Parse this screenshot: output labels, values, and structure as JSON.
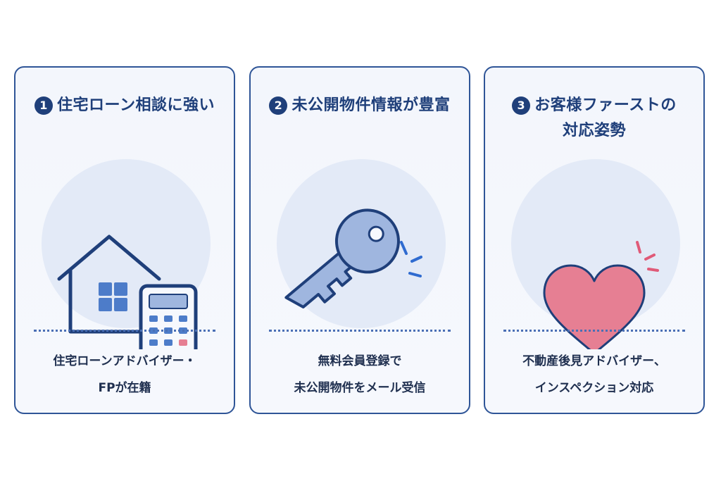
{
  "cards": [
    {
      "number": "1",
      "title": "住宅ローン相談に強い",
      "icon": "house-calculator-icon",
      "desc_lines": [
        "住宅ローンアドバイザー・",
        "FPが在籍"
      ]
    },
    {
      "number": "2",
      "title": "未公開物件情報が豊富",
      "icon": "key-icon",
      "desc_lines": [
        "無料会員登録で",
        "未公開物件をメール受信"
      ]
    },
    {
      "number": "3",
      "title_lines": [
        "お客様ファーストの",
        "対応姿勢"
      ],
      "icon": "heart-icon",
      "desc_lines": [
        "不動産後見アドバイザー、",
        "インスペクション対応"
      ]
    }
  ],
  "colors": {
    "navy": "#1f3f7a",
    "circle": "#e3eaf7",
    "key": "#9fb6df",
    "heart": "#e67f93"
  }
}
